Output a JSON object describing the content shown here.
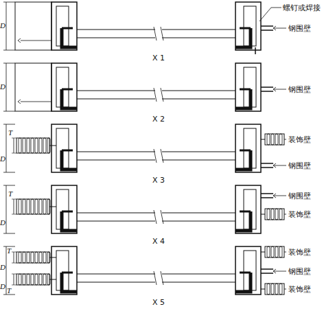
{
  "diagram": {
    "labels": [
      "螺钉或焊接",
      "钢围壁",
      "X 1",
      "D",
      "钢围壁",
      "X 2",
      "D",
      "装饰壁",
      "钢围壁",
      "X 3",
      "D",
      "T",
      "钢围壁",
      "装饰壁",
      "X 4",
      "D",
      "T",
      "装饰壁",
      "钢围壁",
      "装饰壁",
      "X 5",
      "D",
      "T",
      "D",
      "T"
    ]
  }
}
